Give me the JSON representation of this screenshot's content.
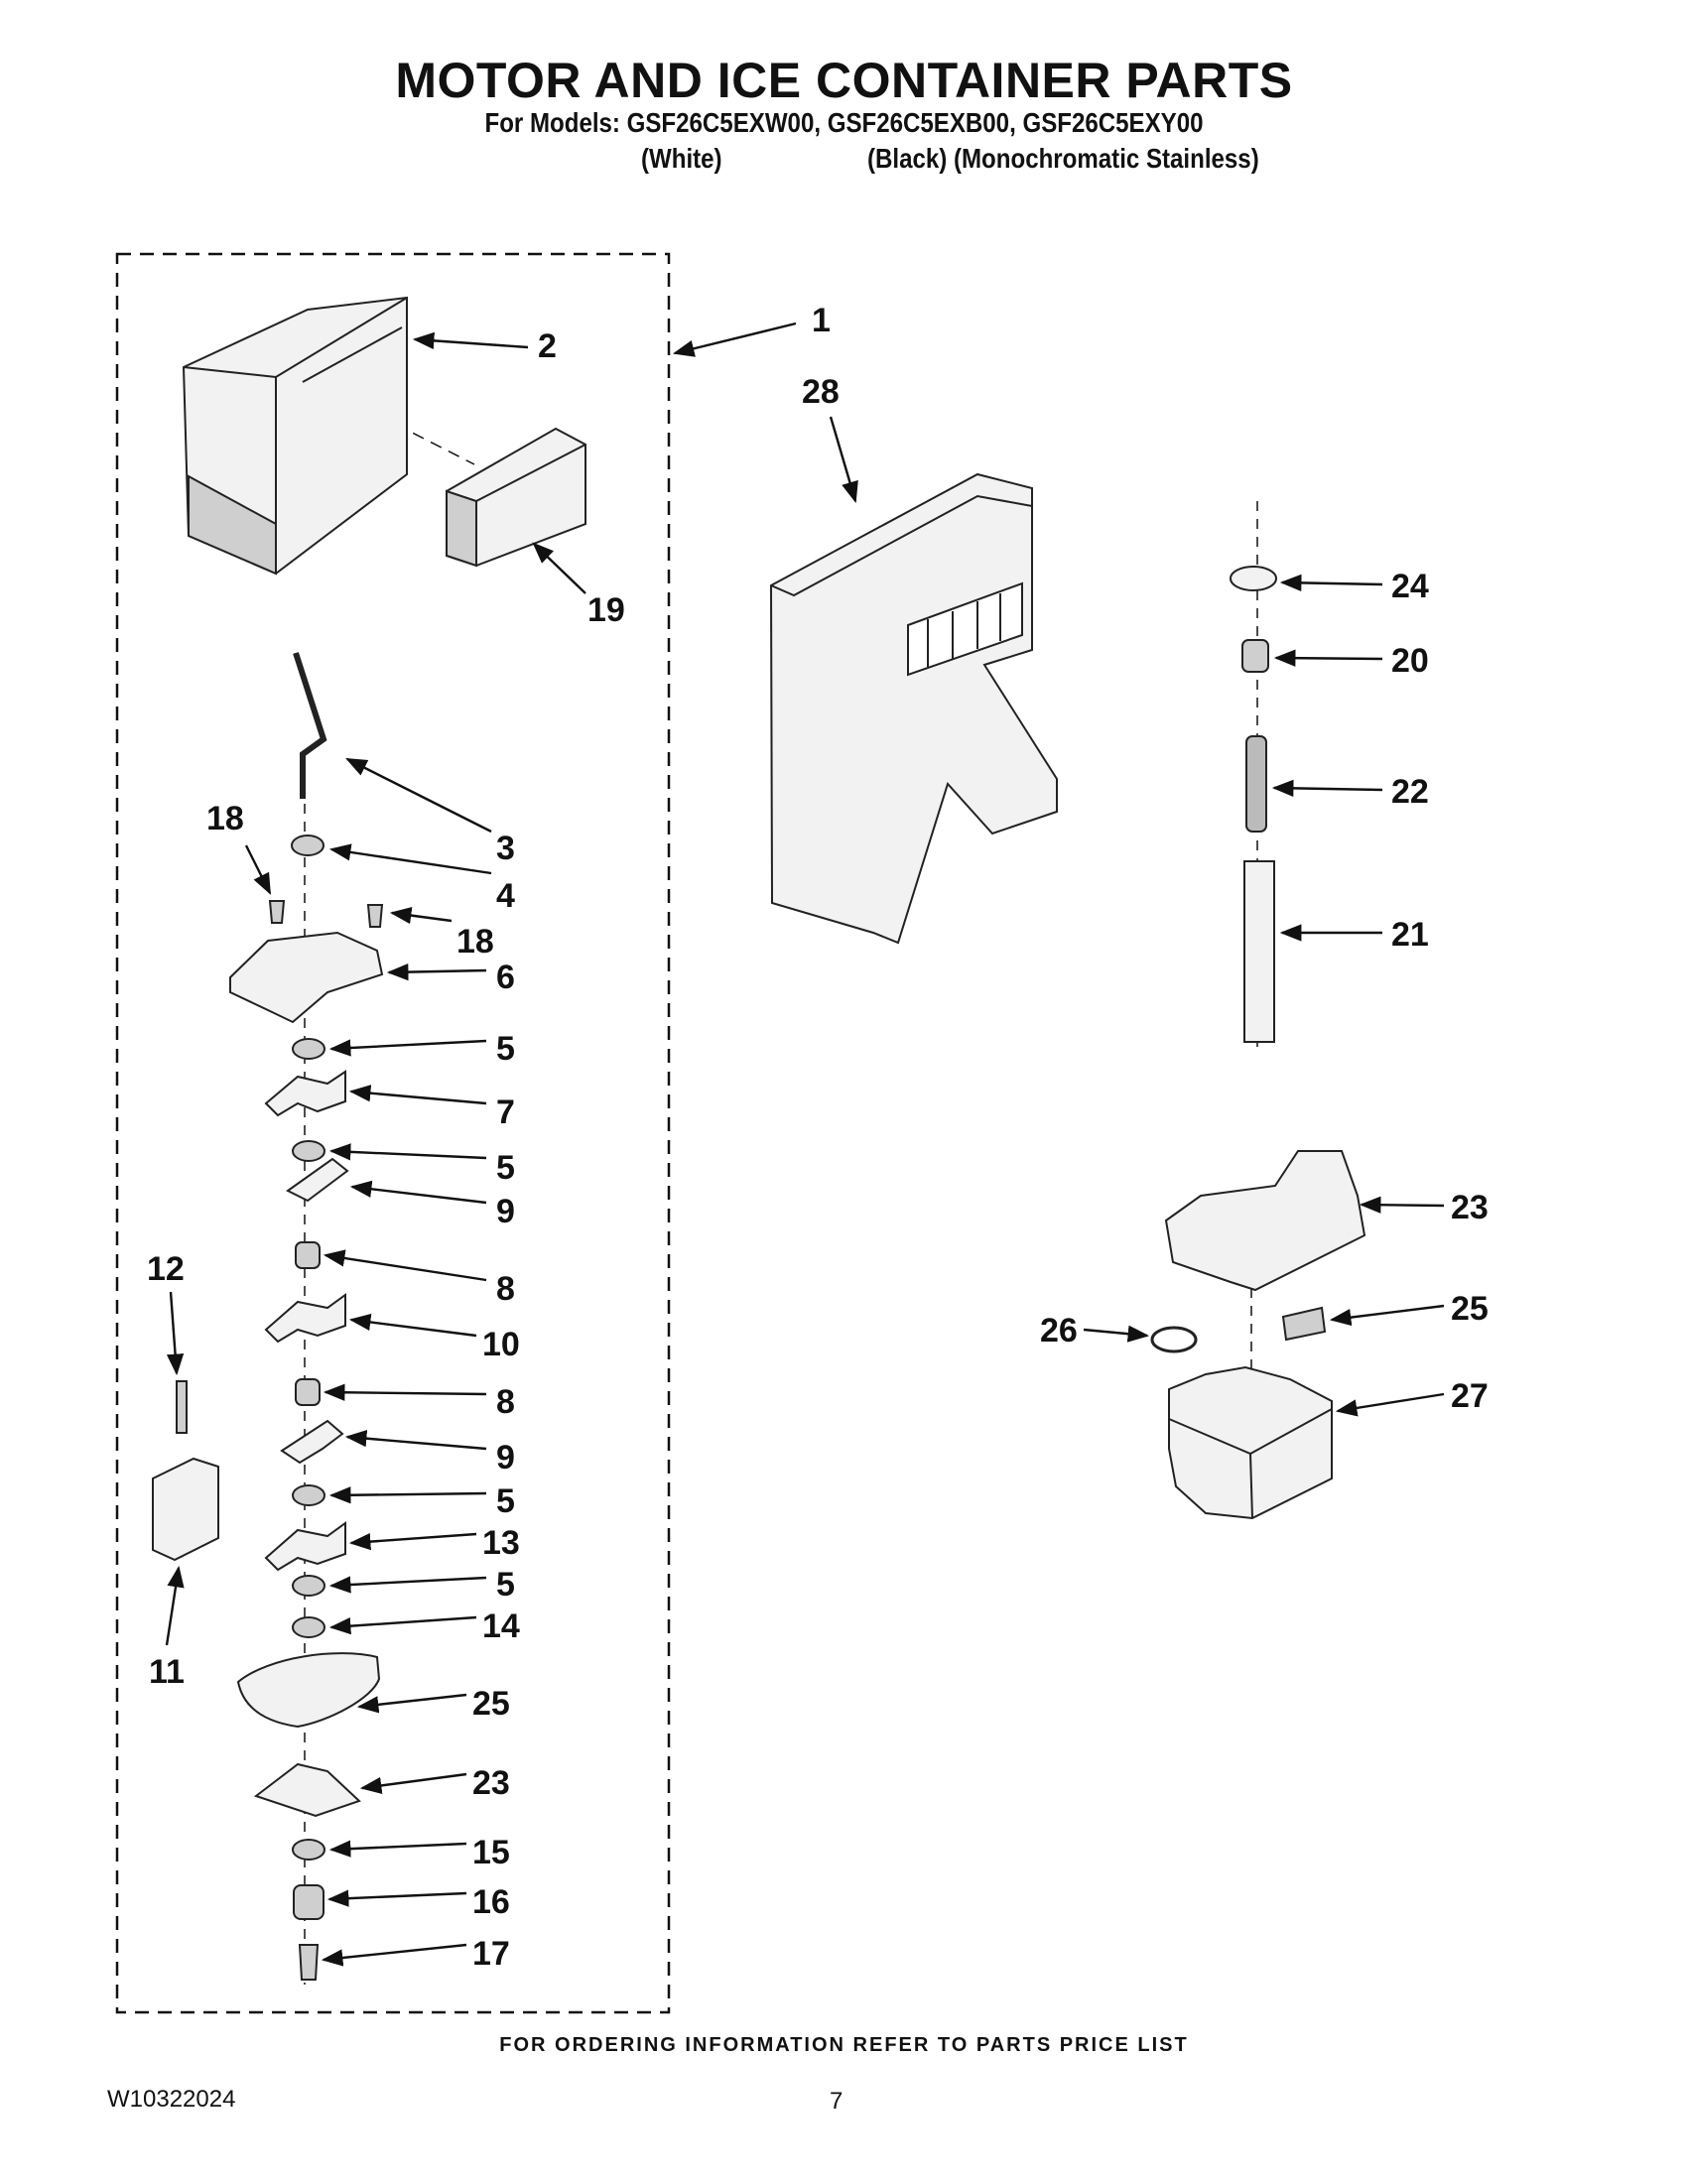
{
  "header": {
    "title": "MOTOR AND ICE CONTAINER PARTS",
    "models_line": "For Models: GSF26C5EXW00, GSF26C5EXB00, GSF26C5EXY00",
    "variant_white": "(White)",
    "variant_black_mono": "(Black) (Monochromatic Stainless)"
  },
  "diagram": {
    "callouts": [
      "1",
      "2",
      "19",
      "28",
      "3",
      "4",
      "18",
      "18",
      "6",
      "5",
      "7",
      "5",
      "9",
      "8",
      "10",
      "8",
      "9",
      "5",
      "13",
      "5",
      "14",
      "25",
      "23",
      "15",
      "16",
      "17",
      "12",
      "11",
      "24",
      "20",
      "22",
      "21",
      "23",
      "25",
      "26",
      "27"
    ]
  },
  "footer": {
    "ordering_note": "FOR ORDERING INFORMATION REFER TO PARTS PRICE LIST",
    "doc_number": "W10322024",
    "page_number": "7"
  }
}
